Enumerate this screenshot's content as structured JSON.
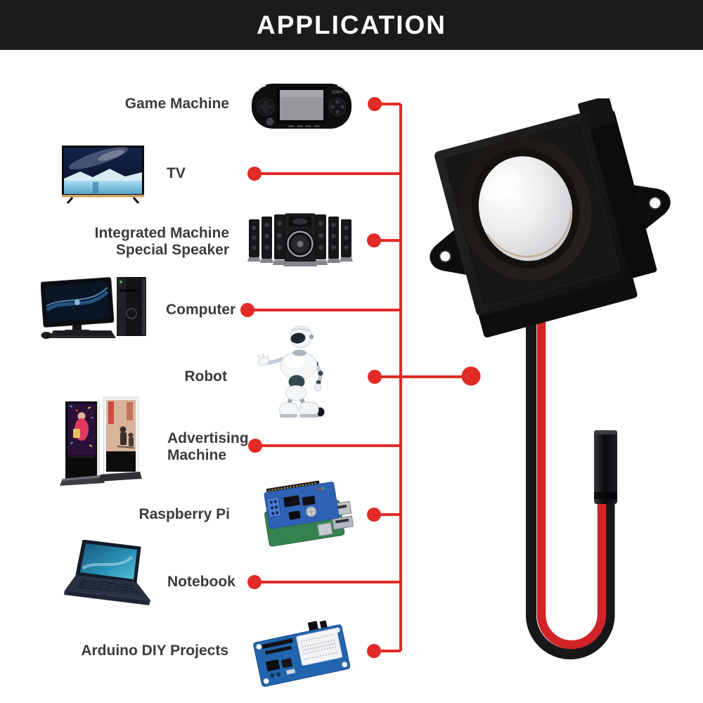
{
  "header": {
    "title": "APPLICATION"
  },
  "colors": {
    "header_bg": "#1b1b1e",
    "page_bg": "#ffffff",
    "accent_red": "#e22a26",
    "label_text": "#3b3b3b",
    "wire_red": "#d22428",
    "wire_black": "#17171a",
    "speaker_cone_silver": "#d6d7da"
  },
  "applications": [
    {
      "label": "Game Machine",
      "icon": "handheld-game-console-icon",
      "brand_text": "SONY"
    },
    {
      "label": "TV",
      "icon": "flat-screen-tv-icon"
    },
    {
      "label": "Integrated Machine Special Speaker",
      "line1": "Integrated Machine",
      "line2": "Special Speaker",
      "icon": "speaker-array-icon"
    },
    {
      "label": "Computer",
      "icon": "desktop-computer-icon"
    },
    {
      "label": "Robot",
      "icon": "humanoid-robot-icon"
    },
    {
      "label": "Advertising Machine",
      "line1": "Advertising",
      "line2": "Machine",
      "icon": "advertising-kiosk-icon"
    },
    {
      "label": "Raspberry Pi",
      "icon": "raspberry-pi-board-icon"
    },
    {
      "label": "Notebook",
      "icon": "laptop-icon"
    },
    {
      "label": "Arduino DIY Projects",
      "icon": "arduino-board-icon"
    }
  ],
  "product": {
    "icon": "mini-box-speaker-with-red-black-wire-and-connector"
  }
}
